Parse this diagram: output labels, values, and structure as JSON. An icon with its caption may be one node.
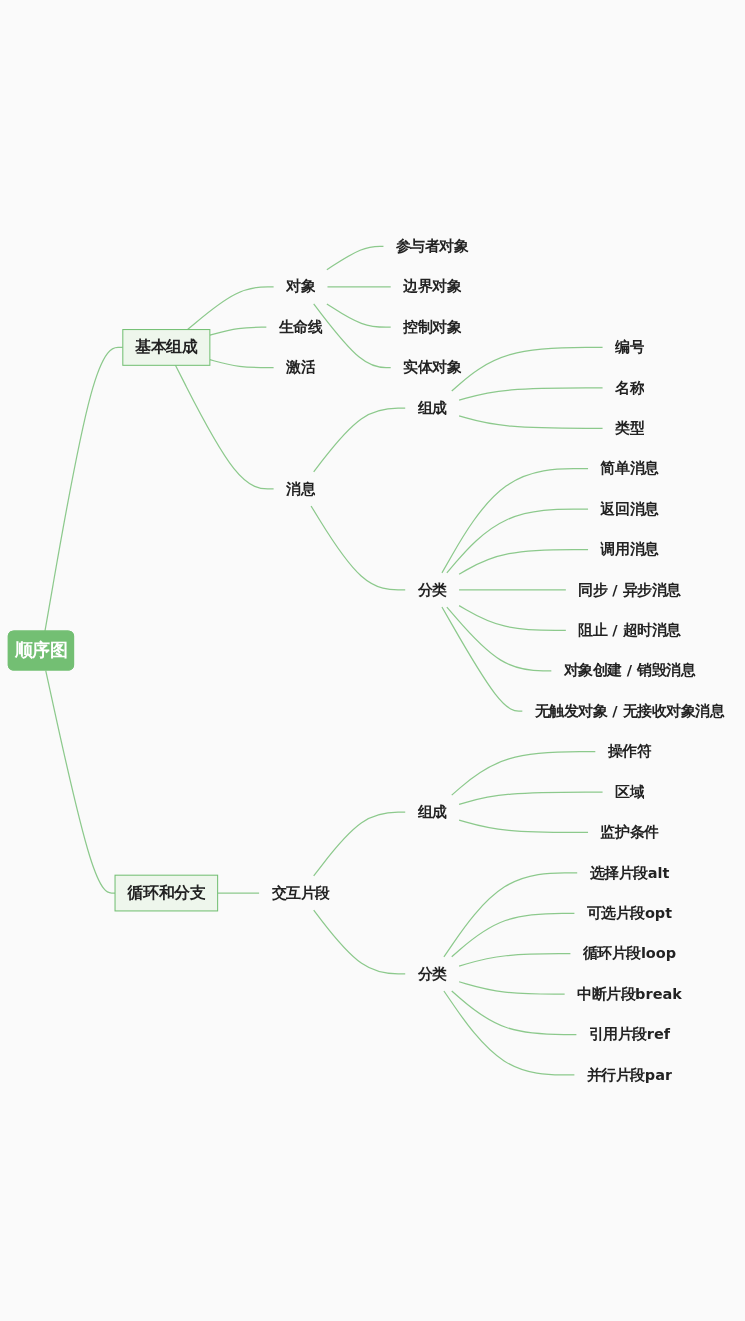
{
  "diagram": {
    "nodes": [
      {
        "text": [
          "顺序图"
        ]
      },
      {
        "text": [
          "基本组成"
        ]
      },
      {
        "text": [
          "对象"
        ]
      },
      {
        "text": [
          "参与者对象"
        ]
      },
      {
        "text": [
          "边界对象"
        ]
      },
      {
        "text": [
          "控制对象"
        ]
      },
      {
        "text": [
          "实体对象"
        ]
      },
      {
        "text": [
          "生命线"
        ]
      },
      {
        "text": [
          "激活"
        ]
      },
      {
        "text": [
          "消息"
        ]
      },
      {
        "text": [
          "组成"
        ]
      },
      {
        "text": [
          "编号"
        ]
      },
      {
        "text": [
          "名称"
        ]
      },
      {
        "text": [
          "类型"
        ]
      },
      {
        "text": [
          "分类"
        ]
      },
      {
        "text": [
          "简单消息"
        ]
      },
      {
        "text": [
          "返回消息"
        ]
      },
      {
        "text": [
          "调用消息"
        ]
      },
      {
        "text": [
          "同步 / 异步消息"
        ]
      },
      {
        "text": [
          "阻止 / 超时消息"
        ]
      },
      {
        "text": [
          "对象创建 / 销毁消息"
        ]
      },
      {
        "text": [
          "无触发对象 / 无接收对象消息"
        ]
      },
      {
        "text": [
          "循环和分支"
        ]
      },
      {
        "text": [
          "交互片段"
        ]
      },
      {
        "text": [
          "组成"
        ]
      },
      {
        "text": [
          "操作符"
        ]
      },
      {
        "text": [
          "区域"
        ]
      },
      {
        "text": [
          "监护条件"
        ]
      },
      {
        "text": [
          "分类"
        ]
      },
      {
        "text": [
          "选择片段alt"
        ]
      },
      {
        "text": [
          "可选片段opt"
        ]
      },
      {
        "text": [
          "循环片段loop"
        ]
      },
      {
        "text": [
          "中断片段break"
        ]
      },
      {
        "text": [
          "引用片段ref"
        ]
      },
      {
        "text": [
          "并行片段par"
        ]
      }
    ],
    "edges": [
      {
        "from": 0,
        "to": 1,
        "arrow": "none"
      },
      {
        "from": 1,
        "to": 2,
        "arrow": "none"
      },
      {
        "from": 2,
        "to": 3,
        "arrow": "none"
      },
      {
        "from": 2,
        "to": 4,
        "arrow": "none"
      },
      {
        "from": 2,
        "to": 5,
        "arrow": "none"
      },
      {
        "from": 2,
        "to": 6,
        "arrow": "none"
      },
      {
        "from": 1,
        "to": 7,
        "arrow": "none"
      },
      {
        "from": 1,
        "to": 8,
        "arrow": "none"
      },
      {
        "from": 1,
        "to": 9,
        "arrow": "none"
      },
      {
        "from": 9,
        "to": 10,
        "arrow": "none"
      },
      {
        "from": 10,
        "to": 11,
        "arrow": "none"
      },
      {
        "from": 10,
        "to": 12,
        "arrow": "none"
      },
      {
        "from": 10,
        "to": 13,
        "arrow": "none"
      },
      {
        "from": 9,
        "to": 14,
        "arrow": "none"
      },
      {
        "from": 14,
        "to": 15,
        "arrow": "none"
      },
      {
        "from": 14,
        "to": 16,
        "arrow": "none"
      },
      {
        "from": 14,
        "to": 17,
        "arrow": "none"
      },
      {
        "from": 14,
        "to": 18,
        "arrow": "none"
      },
      {
        "from": 14,
        "to": 19,
        "arrow": "none"
      },
      {
        "from": 14,
        "to": 20,
        "arrow": "none"
      },
      {
        "from": 14,
        "to": 21,
        "arrow": "none"
      },
      {
        "from": 0,
        "to": 22,
        "arrow": "none"
      },
      {
        "from": 22,
        "to": 23,
        "arrow": "none"
      },
      {
        "from": 23,
        "to": 24,
        "arrow": "none"
      },
      {
        "from": 24,
        "to": 25,
        "arrow": "none"
      },
      {
        "from": 24,
        "to": 26,
        "arrow": "none"
      },
      {
        "from": 24,
        "to": 27,
        "arrow": "none"
      },
      {
        "from": 23,
        "to": 28,
        "arrow": "none"
      },
      {
        "from": 28,
        "to": 29,
        "arrow": "none"
      },
      {
        "from": 28,
        "to": 30,
        "arrow": "none"
      },
      {
        "from": 28,
        "to": 31,
        "arrow": "none"
      },
      {
        "from": 28,
        "to": 32,
        "arrow": "none"
      },
      {
        "from": 28,
        "to": 33,
        "arrow": "none"
      },
      {
        "from": 28,
        "to": 34,
        "arrow": "none"
      }
    ]
  }
}
